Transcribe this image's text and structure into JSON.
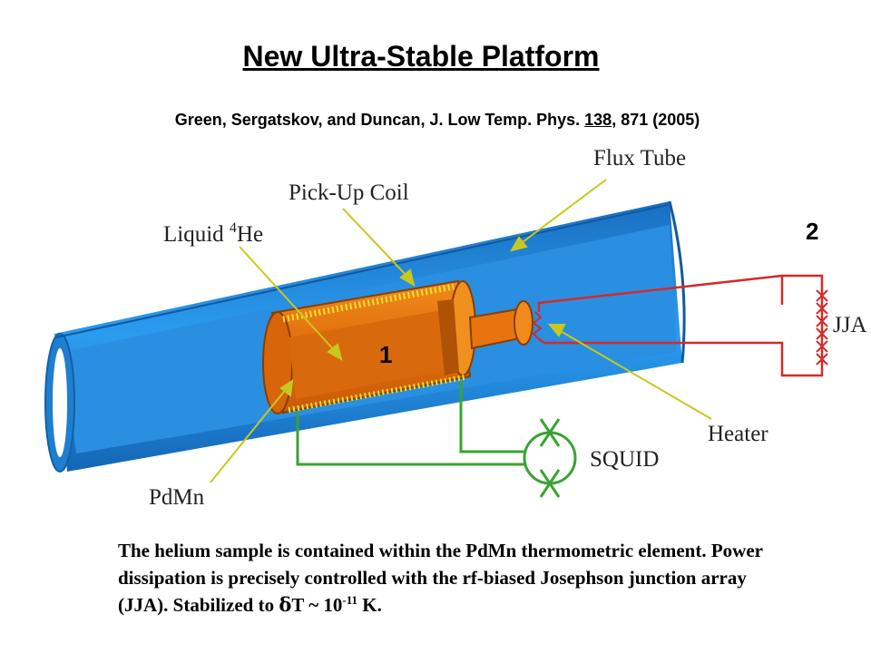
{
  "title": "New Ultra-Stable Platform",
  "citation": {
    "authors": "Green, Sergatskov, and Duncan, J. Low Temp. Phys. ",
    "volume": "138",
    "rest": ", 871 (2005)"
  },
  "diagram": {
    "labels": {
      "flux_tube": "Flux Tube",
      "pickup_coil": "Pick-Up Coil",
      "liquid_he_prefix": "Liquid ",
      "liquid_he_sup": "4",
      "liquid_he_suffix": "He",
      "jja": "JJA",
      "heater": "Heater",
      "squid": "SQUID",
      "pdmn": "PdMn",
      "marker_1": "1",
      "marker_2": "2"
    },
    "colors": {
      "tube": "#1f8ee6",
      "cell": "#e8740f",
      "leader": "#c8c81e",
      "squid_wire": "#3aa332",
      "jja_wire": "#d42a2a"
    }
  },
  "caption": {
    "line_main": "The helium sample is contained within the PdMn thermometric element.  Power dissipation is precisely controlled with the rf-biased Josephson junction array (JJA).  Stabilized to ",
    "delta": "δ",
    "after_delta": "T ~ 10",
    "exponent": "-11",
    "tail": " K."
  }
}
